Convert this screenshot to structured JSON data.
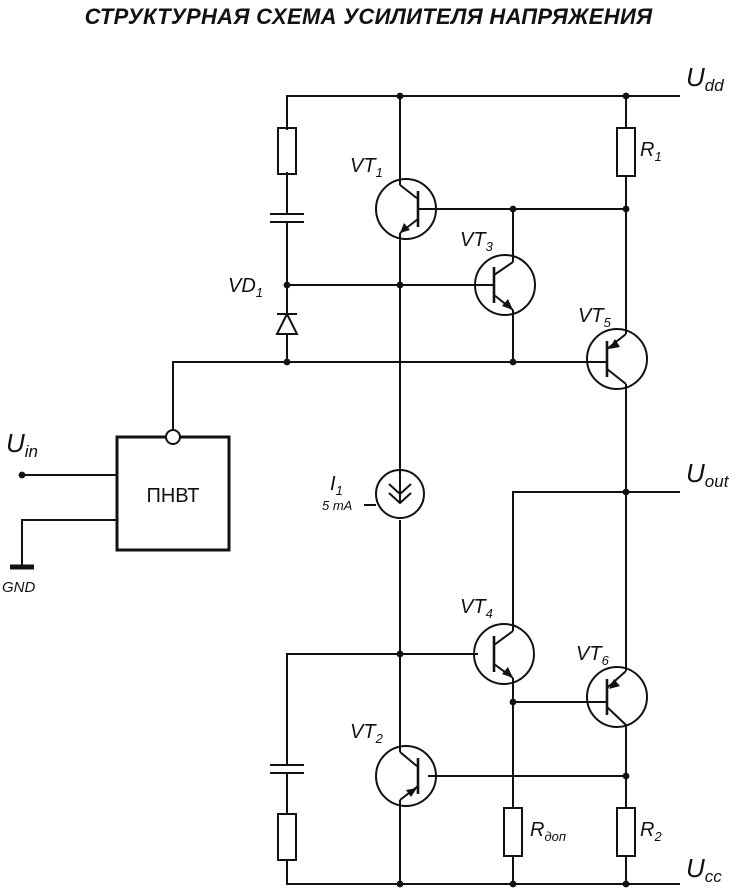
{
  "title": "СТРУКТУРНАЯ СХЕМА УСИЛИТЕЛЯ НАПРЯЖЕНИЯ",
  "rails": {
    "udd": {
      "main": "U",
      "sub": "dd"
    },
    "uout": {
      "main": "U",
      "sub": "out"
    },
    "ucc": {
      "main": "U",
      "sub": "cc"
    },
    "uin": {
      "main": "U",
      "sub": "in"
    },
    "gnd": "GND"
  },
  "block": {
    "label": "ПНВТ"
  },
  "components": {
    "vt1": {
      "main": "VT",
      "sub": "1"
    },
    "vt2": {
      "main": "VT",
      "sub": "2"
    },
    "vt3": {
      "main": "VT",
      "sub": "3"
    },
    "vt4": {
      "main": "VT",
      "sub": "4"
    },
    "vt5": {
      "main": "VT",
      "sub": "5"
    },
    "vt6": {
      "main": "VT",
      "sub": "6"
    },
    "vd1": {
      "main": "VD",
      "sub": "1"
    },
    "r1": {
      "main": "R",
      "sub": "1"
    },
    "r2": {
      "main": "R",
      "sub": "2"
    },
    "radd": {
      "main": "R",
      "sub": "доп"
    },
    "i1": {
      "main": "I",
      "sub": "1",
      "value": "5 mA"
    }
  }
}
